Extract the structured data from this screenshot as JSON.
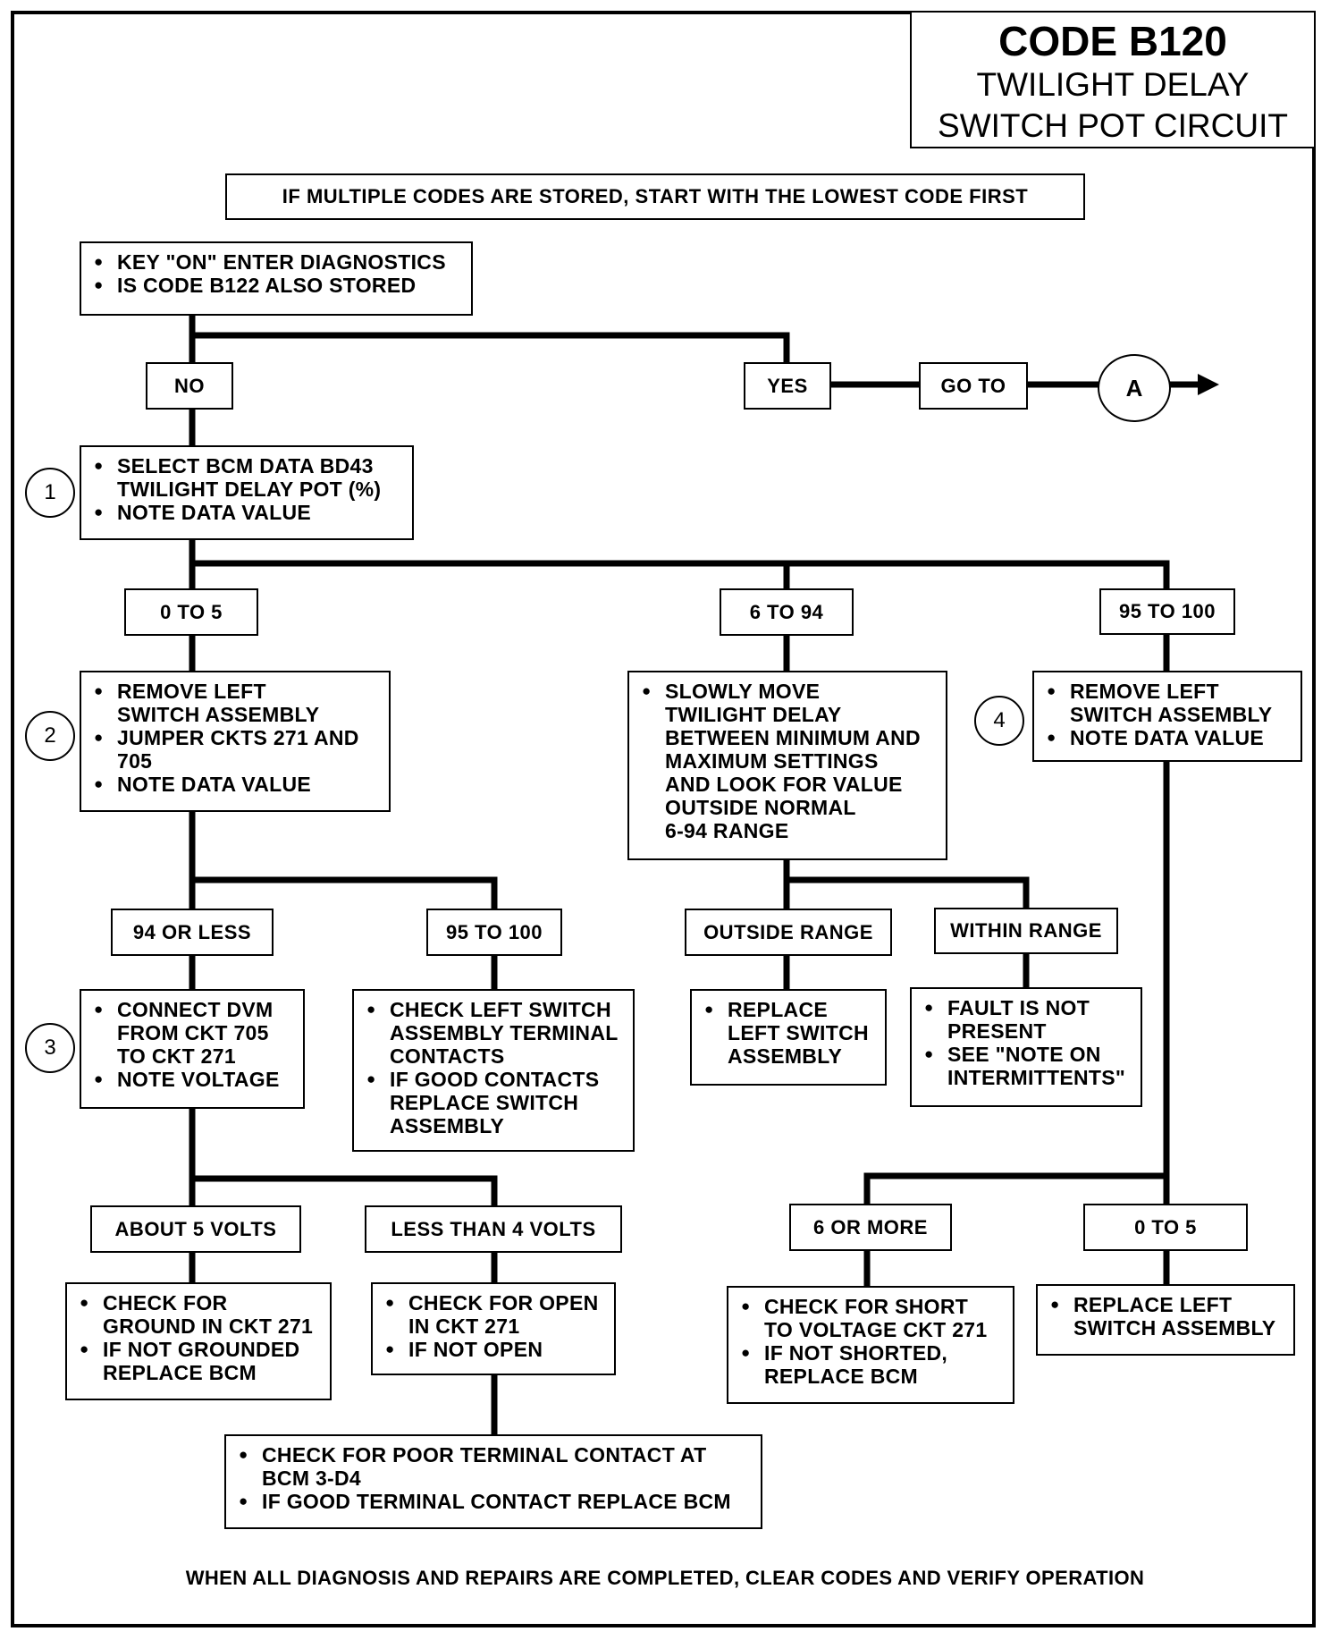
{
  "title": {
    "code": "CODE B120",
    "line1": "TWILIGHT DELAY",
    "line2": "SWITCH POT CIRCUIT"
  },
  "banner": "IF MULTIPLE CODES ARE STORED, START WITH THE LOWEST CODE FIRST",
  "step0": {
    "items": [
      "KEY \"ON\" ENTER DIAGNOSTICS",
      "IS CODE B122 ALSO STORED"
    ]
  },
  "labels": {
    "no": "NO",
    "yes": "YES",
    "goto": "GO TO",
    "range_0_5": "0 TO 5",
    "range_6_94": "6 TO 94",
    "range_95_100": "95 TO 100",
    "le94": "94 OR LESS",
    "r95_100b": "95 TO 100",
    "outside": "OUTSIDE RANGE",
    "within": "WITHIN RANGE",
    "about5": "ABOUT 5 VOLTS",
    "lt4": "LESS THAN 4 VOLTS",
    "six_more": "6 OR MORE",
    "zero_five_b": "0 TO 5"
  },
  "connector": "A",
  "steps": {
    "s1": "1",
    "s2": "2",
    "s3": "3",
    "s4": "4"
  },
  "boxes": {
    "step1": [
      "SELECT BCM DATA BD43\nTWILIGHT DELAY POT (%)",
      "NOTE DATA VALUE"
    ],
    "step2": [
      "REMOVE LEFT\nSWITCH ASSEMBLY",
      "JUMPER CKTS 271 AND\n705",
      "NOTE DATA VALUE"
    ],
    "slowly": [
      "SLOWLY MOVE\nTWILIGHT DELAY\nBETWEEN MINIMUM AND\nMAXIMUM SETTINGS\nAND LOOK FOR VALUE\nOUTSIDE NORMAL\n6-94 RANGE"
    ],
    "step4": [
      "REMOVE LEFT\nSWITCH ASSEMBLY",
      "NOTE DATA VALUE"
    ],
    "step3": [
      "CONNECT DVM\nFROM CKT 705\nTO CKT 271",
      "NOTE VOLTAGE"
    ],
    "check_left": [
      "CHECK LEFT SWITCH\nASSEMBLY TERMINAL\nCONTACTS",
      "IF GOOD CONTACTS\nREPLACE SWITCH\nASSEMBLY"
    ],
    "replace_left": [
      "REPLACE\nLEFT SWITCH\nASSEMBLY"
    ],
    "fault": [
      "FAULT IS NOT\nPRESENT",
      "SEE \"NOTE ON\nINTERMITTENTS\""
    ],
    "ground": [
      "CHECK FOR\nGROUND IN CKT 271",
      "IF NOT GROUNDED\nREPLACE BCM"
    ],
    "open": [
      "CHECK FOR OPEN\nIN CKT 271",
      "IF NOT OPEN"
    ],
    "short": [
      "CHECK FOR SHORT\nTO VOLTAGE CKT 271",
      "IF NOT SHORTED,\nREPLACE BCM"
    ],
    "replace_left2": [
      "REPLACE LEFT\nSWITCH ASSEMBLY"
    ],
    "poor": [
      "CHECK FOR POOR TERMINAL CONTACT AT\nBCM 3-D4",
      "IF GOOD TERMINAL CONTACT REPLACE BCM"
    ]
  },
  "footer": "WHEN ALL DIAGNOSIS AND REPAIRS ARE COMPLETED, CLEAR CODES AND VERIFY OPERATION"
}
